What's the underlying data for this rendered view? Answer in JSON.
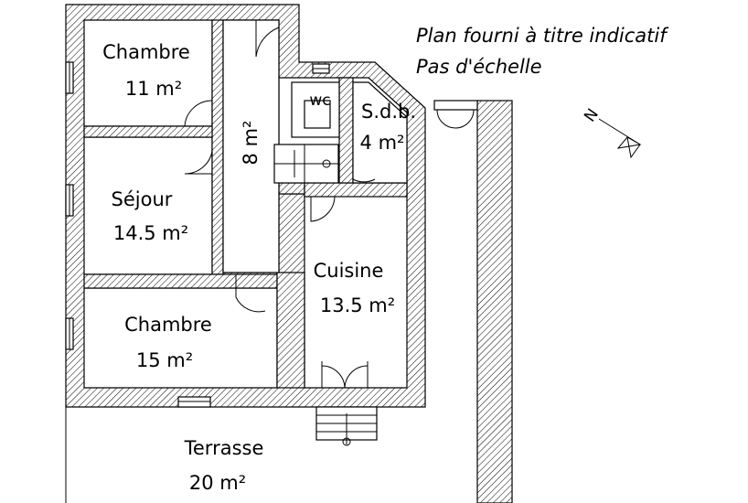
{
  "notes": {
    "line1": "Plan fourni à titre indicatif",
    "line2": "Pas d'échelle"
  },
  "compass": {
    "label": "N"
  },
  "rooms": {
    "chambre1": {
      "name": "Chambre",
      "area": "11 m²"
    },
    "sejour": {
      "name": "Séjour",
      "area": "14.5 m²"
    },
    "chambre2": {
      "name": "Chambre",
      "area": "15 m²"
    },
    "couloir": {
      "area": "8 m²"
    },
    "wc": {
      "name": "wc"
    },
    "sdb": {
      "name": "S.d.b.",
      "area": "4 m²"
    },
    "cuisine": {
      "name": "Cuisine",
      "area": "13.5 m²"
    },
    "terrasse": {
      "name": "Terrasse",
      "area": "20 m²"
    }
  },
  "colors": {
    "line": "#000000",
    "background": "#ffffff"
  }
}
